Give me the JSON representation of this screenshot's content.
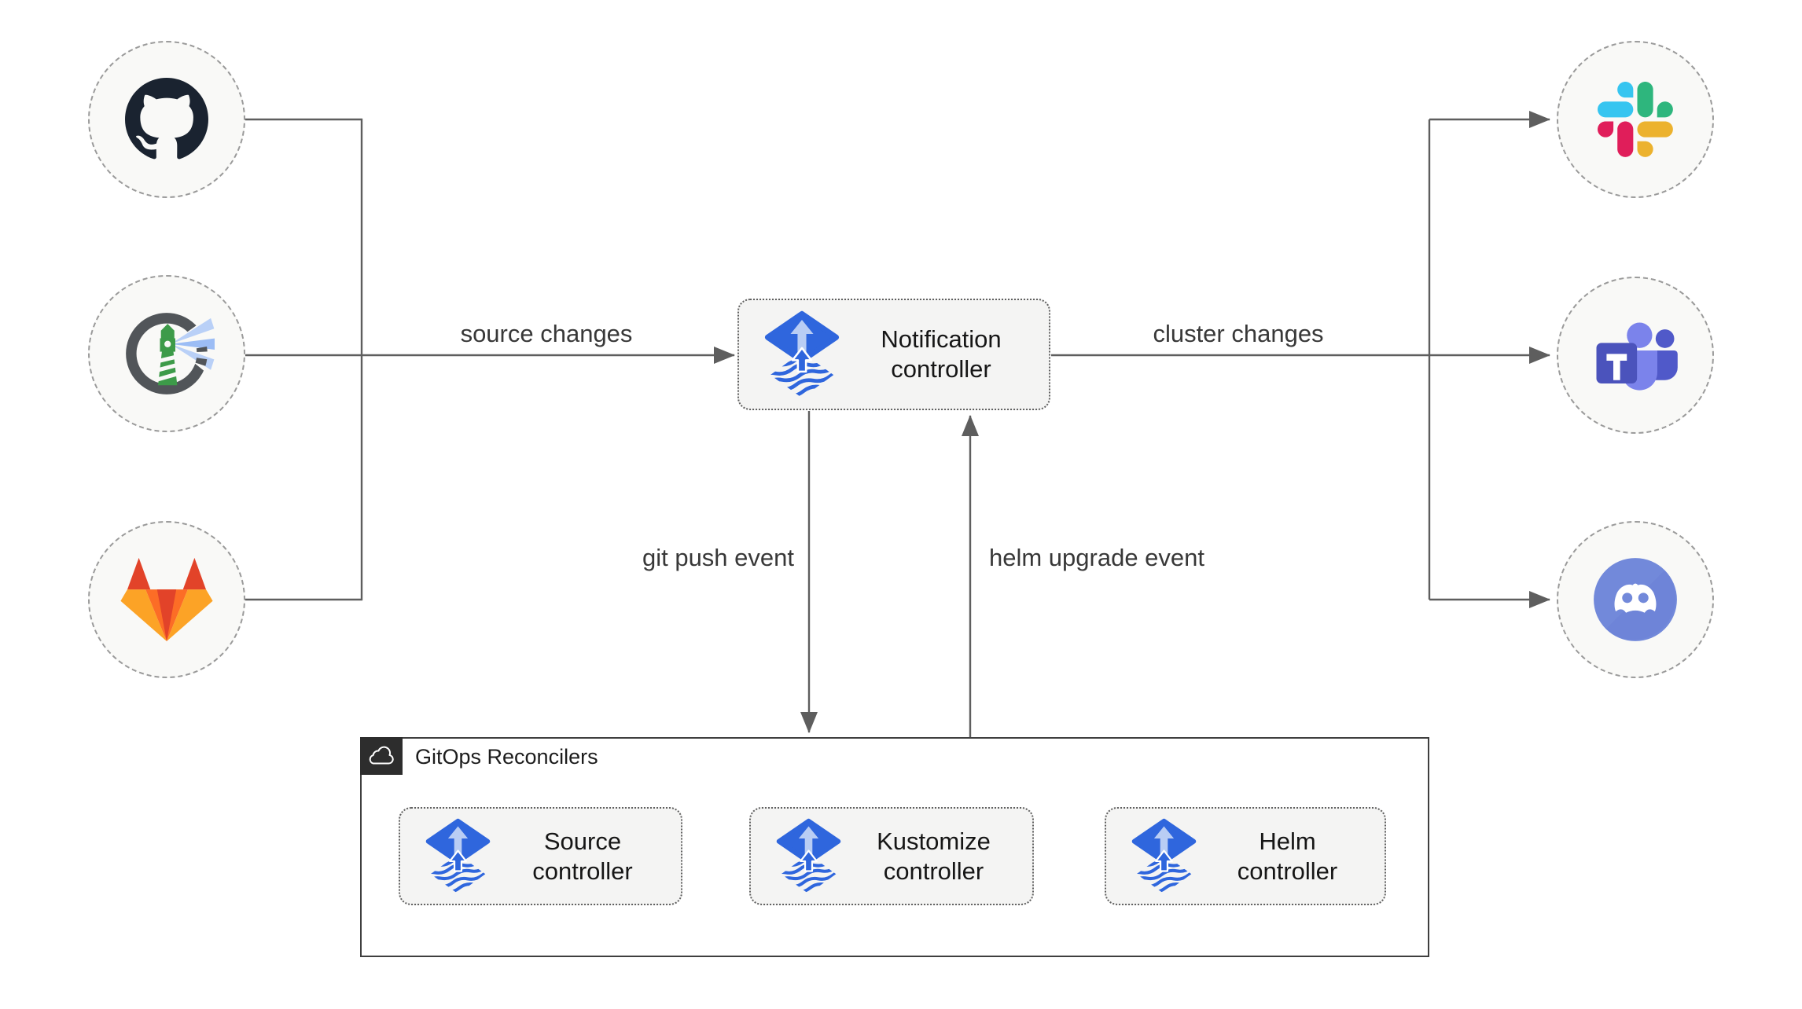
{
  "nodes": {
    "notification_controller": {
      "label": "Notification controller",
      "icon": "flux-icon"
    },
    "source_controller": {
      "label": "Source controller",
      "icon": "flux-icon"
    },
    "kustomize_controller": {
      "label": "Kustomize controller",
      "icon": "flux-icon"
    },
    "helm_controller": {
      "label": "Helm controller",
      "icon": "flux-icon"
    }
  },
  "groups": {
    "gitops_reconcilers": {
      "label": "GitOps Reconcilers",
      "icon": "cloud-icon"
    }
  },
  "edges": {
    "source_changes": {
      "label": "source changes"
    },
    "cluster_changes": {
      "label": "cluster changes"
    },
    "git_push_event": {
      "label": "git push event"
    },
    "helm_upgrade_event": {
      "label": "helm upgrade event"
    }
  },
  "endpoints": {
    "sources": [
      "github-icon",
      "harbor-icon",
      "gitlab-icon"
    ],
    "notifiers": [
      "slack-icon",
      "teams-icon",
      "discord-icon"
    ]
  },
  "colors": {
    "flux_blue": "#2f66dd",
    "flux_arrow_light": "#b9cdf4",
    "wire": "#5e5e5e",
    "node_border": "#606060",
    "node_fill": "#f4f4f3",
    "circle_fill": "#f9f9f7",
    "circle_border": "#9a9a9a",
    "group_border": "#3f3f3f",
    "badge_bg": "#2d2d2d",
    "github_dark": "#1a2330",
    "harbor_gray": "#515559",
    "harbor_green": "#3d9b49",
    "harbor_beam": "#9cbdf5",
    "gitlab_red": "#e24329",
    "gitlab_orange": "#fc6d26",
    "gitlab_amber": "#fca326",
    "slack_blue": "#36c5f0",
    "slack_green": "#2eb67d",
    "slack_yellow": "#ecb22e",
    "slack_pink": "#e01e5a",
    "teams_dark": "#4b53bc",
    "teams_mid": "#5059c9",
    "teams_light": "#7b83eb",
    "discord_blue": "#7289da",
    "label_text": "#161616",
    "edge_text": "#383838"
  }
}
